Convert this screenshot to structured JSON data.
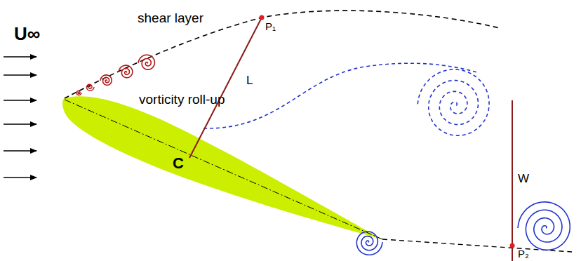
{
  "diagram": {
    "labels": [
      "U∞",
      "shear layer",
      "vorticity roll-up",
      "C",
      "L",
      "P₁",
      "W",
      "P₂"
    ]
  }
}
